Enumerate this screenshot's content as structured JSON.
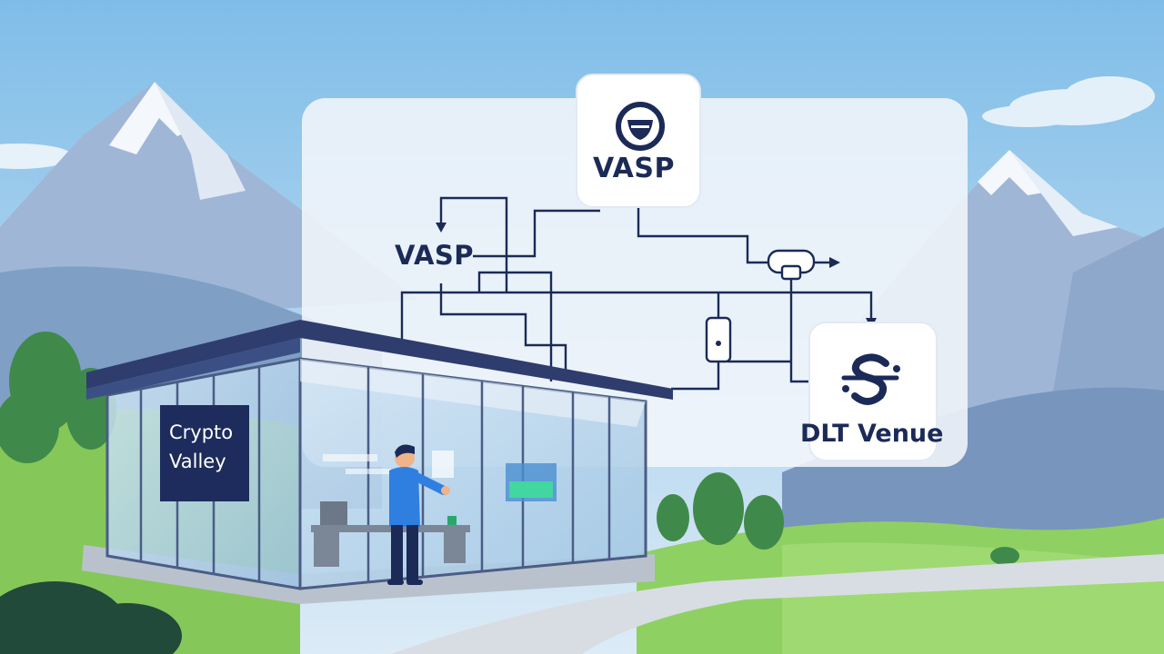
{
  "scene": {
    "store_sign": {
      "line1": "Crypto",
      "line2": "Valley"
    },
    "diagram": {
      "vasp_top_label": "VASP",
      "vasp_left_label": "VASP",
      "dlt_label": "DLT Venue"
    }
  },
  "colors": {
    "sky": "#8fc6ea",
    "mountain": "#a8bedb",
    "snow": "#f4f7fb",
    "grass": "#8ccf5f",
    "navy": "#1d2c5c",
    "panel": "#f2f6fb",
    "glass": "#b9d6ec",
    "person_shirt": "#2f7fe0"
  },
  "icons": [
    "vasp-shield-icon",
    "dlt-s-icon",
    "connector-node-icon"
  ]
}
